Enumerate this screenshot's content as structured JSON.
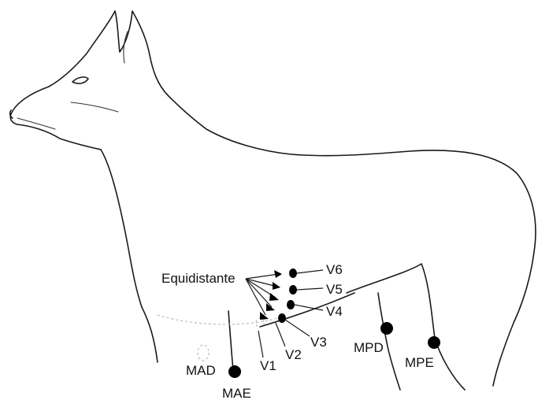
{
  "labels": {
    "equidistante": "Equidistante",
    "v1": "V1",
    "v2": "V2",
    "v3": "V3",
    "v4": "V4",
    "v5": "V5",
    "v6": "V6",
    "mad": "MAD",
    "mae": "MAE",
    "mpd": "MPD",
    "mpe": "MPE"
  },
  "colors": {
    "line": "#1a1a1a",
    "electrode": "#000000",
    "faint": "#bdbdbd"
  }
}
